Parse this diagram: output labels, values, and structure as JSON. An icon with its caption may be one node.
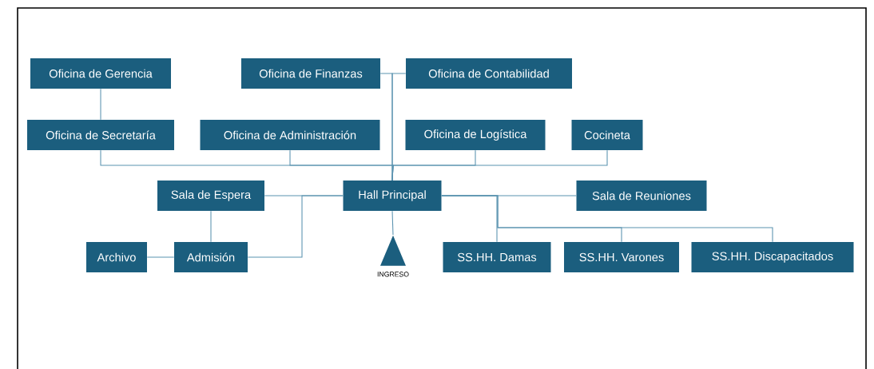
{
  "diagram": {
    "nodes": [
      {
        "text": [
          "Oficina de Gerencia"
        ]
      },
      {
        "text": [
          "Oficina de Finanzas"
        ]
      },
      {
        "text": [
          "Oficina de Contabilidad"
        ]
      },
      {
        "text": [
          "Oficina de Secretaría"
        ]
      },
      {
        "text": [
          "Oficina de Administración"
        ]
      },
      {
        "text": [
          "Oficina de Logística"
        ]
      },
      {
        "text": [
          "Cocineta"
        ]
      },
      {
        "text": [
          "Sala de Espera"
        ]
      },
      {
        "text": [
          "Hall Principal"
        ]
      },
      {
        "text": [
          "Sala de Reuniones"
        ]
      },
      {
        "text": [
          "Archivo"
        ]
      },
      {
        "text": [
          "Admisión"
        ]
      },
      {
        "text": [
          "SS.HH. Damas"
        ]
      },
      {
        "text": [
          "SS.HH. Varones"
        ]
      },
      {
        "text": [
          "SS.HH. Discapacitados"
        ]
      },
      {
        "text": [
          "INGRESO"
        ]
      }
    ],
    "edges": [
      {
        "from": 0,
        "to": 3,
        "arrow": "none"
      },
      {
        "from": 8,
        "to": 1,
        "arrow": "none"
      },
      {
        "from": 8,
        "to": 2,
        "arrow": "none"
      },
      {
        "from": 8,
        "to": 3,
        "arrow": "none"
      },
      {
        "from": 8,
        "to": 4,
        "arrow": "none"
      },
      {
        "from": 8,
        "to": 5,
        "arrow": "none"
      },
      {
        "from": 8,
        "to": 6,
        "arrow": "none"
      },
      {
        "from": 8,
        "to": 7,
        "arrow": "none"
      },
      {
        "from": 8,
        "to": 11,
        "arrow": "none"
      },
      {
        "from": 7,
        "to": 11,
        "arrow": "none"
      },
      {
        "from": 10,
        "to": 11,
        "arrow": "none"
      },
      {
        "from": 8,
        "to": 9,
        "arrow": "none"
      },
      {
        "from": 8,
        "to": 12,
        "arrow": "none"
      },
      {
        "from": 8,
        "to": 13,
        "arrow": "none"
      },
      {
        "from": 8,
        "to": 14,
        "arrow": "none"
      },
      {
        "from": 8,
        "to": 15,
        "arrow": "none"
      }
    ]
  }
}
